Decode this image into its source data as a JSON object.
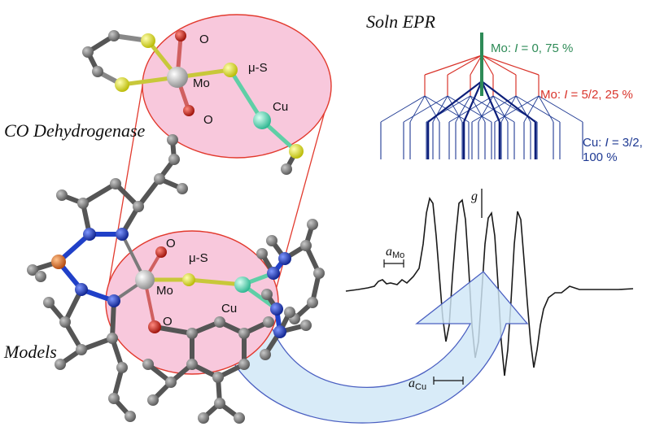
{
  "titles": {
    "co_dehydrogenase": "CO Dehydrogenase",
    "models": "Models",
    "soln_epr": "Soln EPR"
  },
  "top_structure": {
    "labels": {
      "o_top": "O",
      "o_bottom": "O",
      "mo": "Mo",
      "mu_s": "μ-S",
      "cu": "Cu"
    }
  },
  "model_structure": {
    "labels": {
      "o_top": "O",
      "mu_s": "μ-S",
      "mo": "Mo",
      "cu": "Cu",
      "o_phenolate": "O"
    }
  },
  "epr_tree": {
    "mo_i0": {
      "prefix": "Mo: ",
      "italic": "I",
      "suffix": " = 0, 75 %",
      "color": "#2e8b57"
    },
    "mo_i52": {
      "prefix": "Mo: ",
      "italic": "I",
      "suffix": " = 5/2, 25 %",
      "color": "#d9342b"
    },
    "cu_i32": {
      "line1_prefix": "Cu: ",
      "line1_italic": "I",
      "line1_suffix": " = 3/2,",
      "line2": "100 %",
      "color": "#1f3a93"
    }
  },
  "spectrum": {
    "g_label": "g",
    "a_mo_base": "a",
    "a_mo_sub": "Mo",
    "a_cu_base": "a",
    "a_cu_sub": "Cu"
  },
  "colors": {
    "pink_fill": "#f8c8dc",
    "pink_stroke": "#e23a2e",
    "arrow_fill": "#cfe6f7",
    "arrow_stroke": "#4a5fc1",
    "carbon": "#6e6e6e",
    "sulfur": "#e6e633",
    "oxygen": "#d0261b",
    "molybdenum": "#c0c0c0",
    "copper": "#66e0c0",
    "nitrogen": "#1f44c8",
    "phosphorus": "#e0702a"
  }
}
